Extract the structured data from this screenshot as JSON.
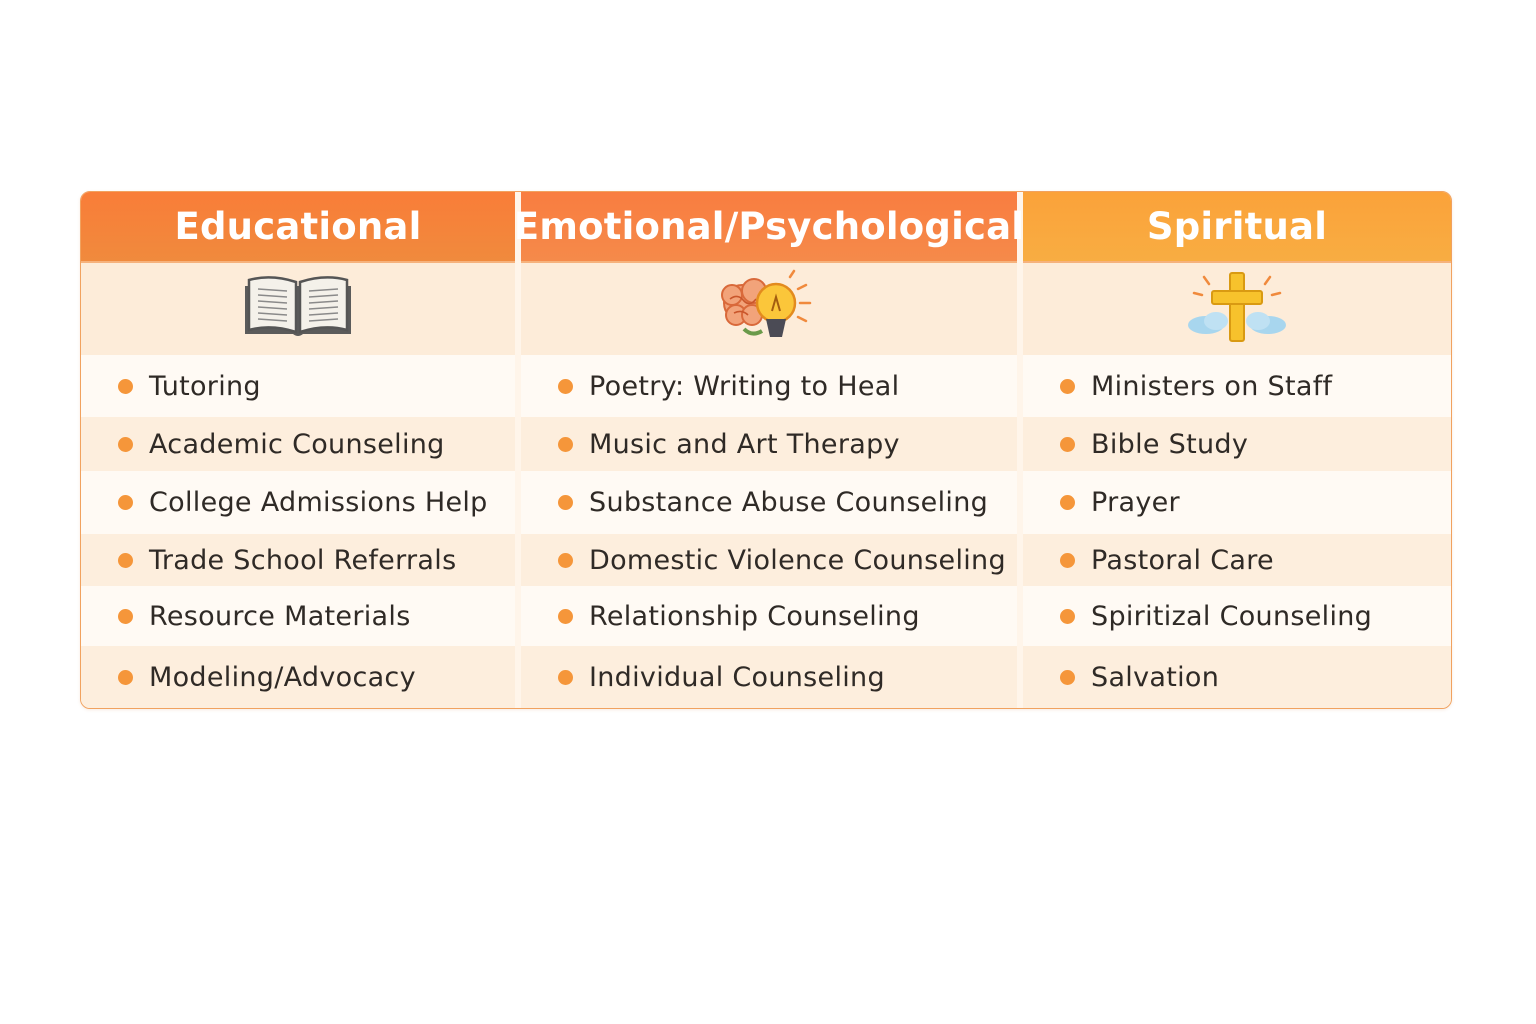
{
  "columns": [
    {
      "header": "Educational",
      "icon": "open-book-icon",
      "items": [
        "Tutoring",
        "Academic Counseling",
        "College Admissions Help",
        "Trade School Referrals",
        "Resource Materials",
        "Modeling/Advocacy"
      ]
    },
    {
      "header": "Emotional/Psychological",
      "icon": "brain-lightbulb-icon",
      "items": [
        "Poetry: Writing to Heal",
        "Music and Art Therapy",
        "Substance Abuse Counseling",
        "Domestic Violence Counseling",
        "Relationship Counseling",
        "Individual Counseling"
      ]
    },
    {
      "header": "Spiritual",
      "icon": "cross-icon",
      "items": [
        "Ministers on Staff",
        "Bible Study",
        "Prayer",
        "Pastoral Care",
        "Spiritizal Counseling",
        "Salvation"
      ]
    }
  ],
  "colors": {
    "educational_header": "#f97d38",
    "emotional_header": "#f97d40",
    "spiritual_header": "#fba23a",
    "bullet": "#f5963a",
    "border": "#f1a25f"
  }
}
